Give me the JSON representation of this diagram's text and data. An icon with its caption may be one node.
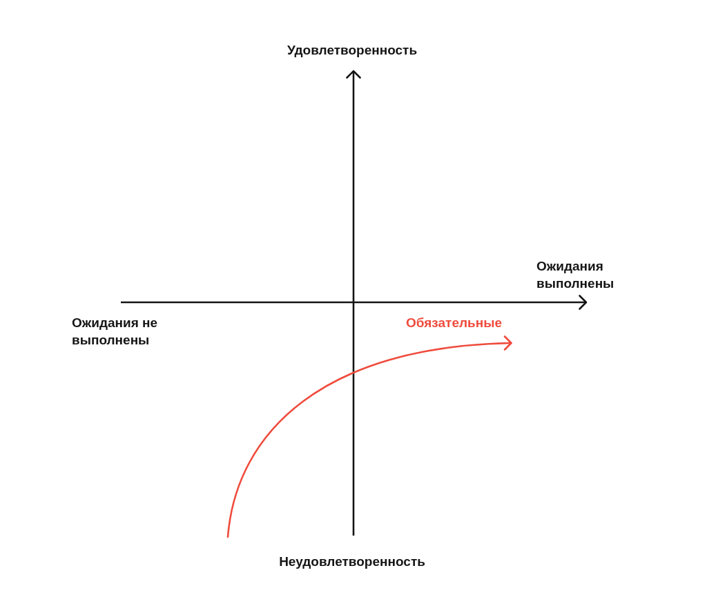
{
  "diagram": {
    "labels": [
      "Удовлетворенность",
      "Ожидания выполнены",
      "Ожидания не выполнены",
      "Обязательные",
      "Неудовлетворенность"
    ]
  }
}
